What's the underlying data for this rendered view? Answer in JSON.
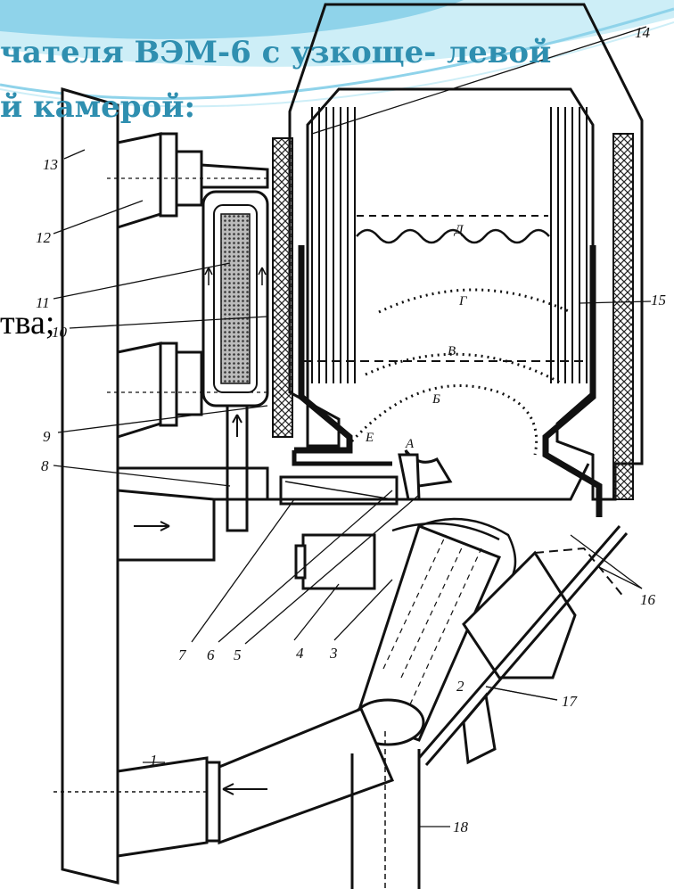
{
  "slide": {
    "title_line1": "чателя ВЭМ-6 с узкоще- левой",
    "title_line2": "й камерой:",
    "body_fragment": "тва;"
  },
  "diagram": {
    "callouts": [
      "14",
      "13",
      "12",
      "11",
      "10",
      "9",
      "8",
      "15",
      "7",
      "6",
      "5",
      "4",
      "3",
      "16",
      "2",
      "17",
      "1",
      "18"
    ],
    "zone_letters": [
      "А",
      "Б",
      "В",
      "Г",
      "Д",
      "Е"
    ]
  },
  "colors": {
    "title": "#2f8fb0",
    "wave_light": "#cdeef7",
    "wave_mid": "#8fd3ea",
    "line": "#111111",
    "hatch": "#222222"
  }
}
